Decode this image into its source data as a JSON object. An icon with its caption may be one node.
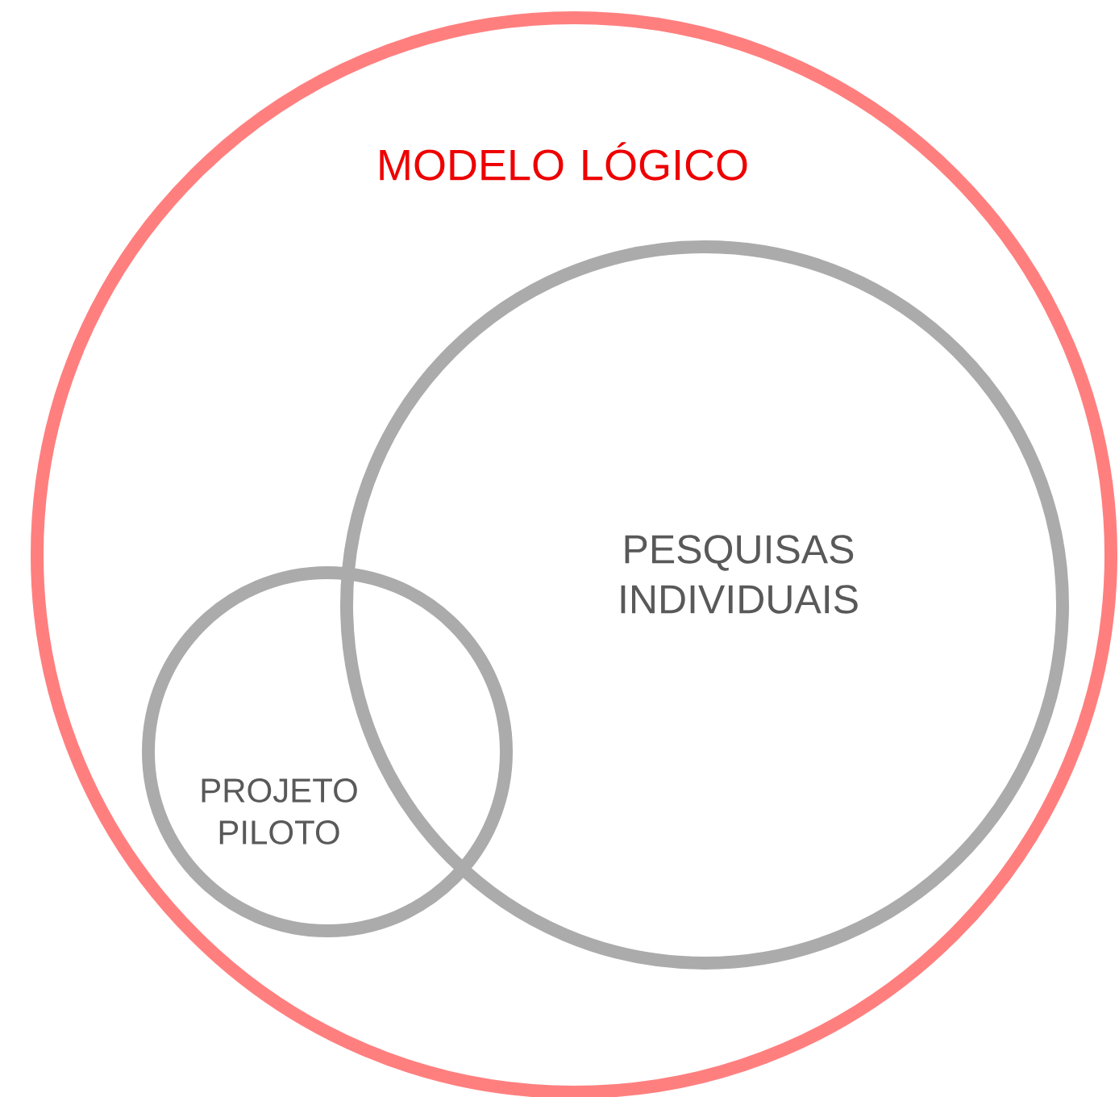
{
  "diagram": {
    "nodes": [
      {
        "text": [
          "MODELO LÓGICO"
        ]
      },
      {
        "text": [
          "PESQUISAS INDIVIDUAIS"
        ],
        "in": 0
      },
      {
        "text": [
          "PROJETO PILOTO"
        ],
        "in": 0
      }
    ]
  }
}
